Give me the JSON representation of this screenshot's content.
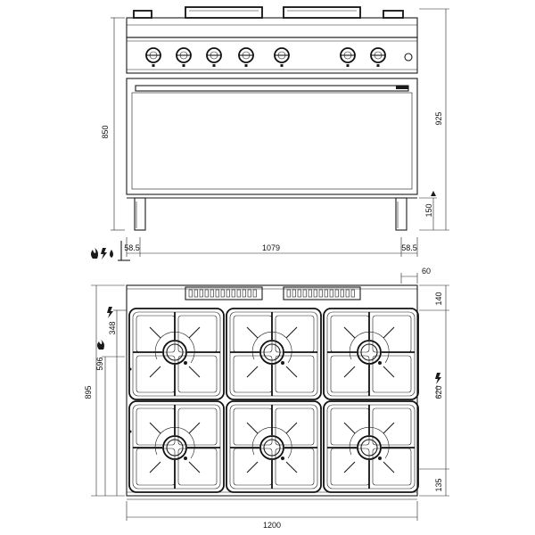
{
  "front_view": {
    "dim_height_body": "850",
    "dim_height_total": "925",
    "dim_leg_height": "150",
    "dim_left_offset": "58.5",
    "dim_width_inner": "1079",
    "dim_right_offset": "58.5",
    "knob_count": 7
  },
  "top_view": {
    "dim_depth_total": "895",
    "dim_burner_row1": "348",
    "dim_gas_connection": "596",
    "dim_right_top": "60",
    "dim_back_offset": "140",
    "dim_right_conn": "620",
    "dim_front_offset": "135",
    "dim_width_total": "1200",
    "burner_grid": {
      "rows": 2,
      "cols": 3
    }
  },
  "symbols": {
    "gas": "🔥",
    "electric": "⚡",
    "water": "💧"
  }
}
